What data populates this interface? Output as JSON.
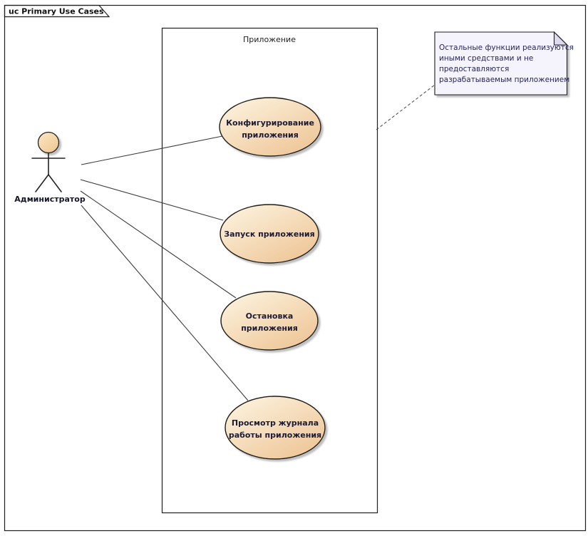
{
  "frame": {
    "label": "uc Primary Use Cases"
  },
  "boundary": {
    "label": "Приложение"
  },
  "actor": {
    "label": "Администратор"
  },
  "use_cases": [
    {
      "lines": [
        "Конфигурирование",
        "приложения"
      ]
    },
    {
      "lines": [
        "Запуск приложения"
      ]
    },
    {
      "lines": [
        "Остановка",
        "приложения"
      ]
    },
    {
      "lines": [
        "Просмотр журнала",
        "работы приложения"
      ]
    }
  ],
  "note": {
    "lines": [
      "Остальные функции реализуются",
      "иными средствами и не",
      "предоставляются",
      "разрабатываемым приложением"
    ]
  },
  "colors": {
    "ellipse_fill_light": "#fdf6e3",
    "ellipse_fill_dark": "#eec495",
    "ellipse_stroke": "#1f1a17",
    "actor_head_light": "#fbe7c6",
    "actor_head_dark": "#f0c894",
    "note_fill": "#f5f3fc",
    "note_fold": "#dedbee",
    "note_text": "#26265e",
    "association_line": "#3a3a3a",
    "frame_stroke": "#000000",
    "shadow": "#b8b8b8"
  }
}
